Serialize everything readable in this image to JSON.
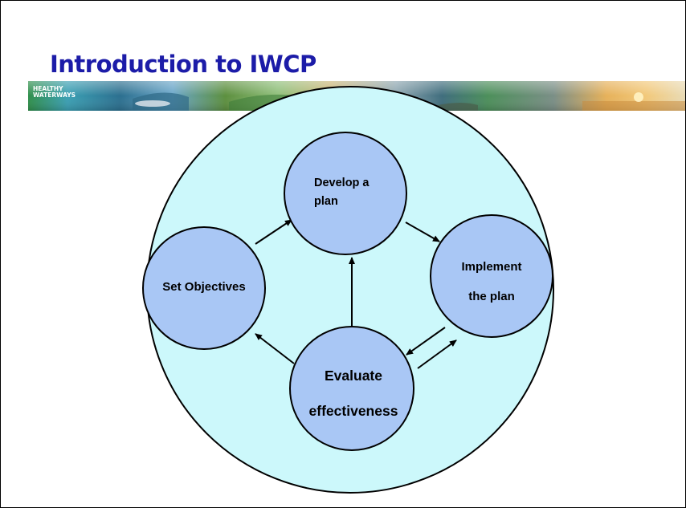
{
  "slide": {
    "title": "Introduction to IWCP",
    "logo_text": [
      "HEALTHY",
      "WATERWAYS"
    ]
  },
  "diagram": {
    "nodes": [
      {
        "id": "develop",
        "lines": [
          "Develop a",
          "plan"
        ]
      },
      {
        "id": "implement",
        "lines": [
          "Implement",
          "the plan"
        ]
      },
      {
        "id": "evaluate",
        "lines": [
          "Evaluate",
          "effectiveness"
        ]
      },
      {
        "id": "objectives",
        "lines": [
          "Set Objectives"
        ]
      }
    ],
    "edges": [
      {
        "from": "objectives",
        "to": "develop"
      },
      {
        "from": "develop",
        "to": "implement"
      },
      {
        "from": "implement",
        "to": "evaluate"
      },
      {
        "from": "evaluate",
        "to": "implement"
      },
      {
        "from": "evaluate",
        "to": "develop"
      },
      {
        "from": "evaluate",
        "to": "objectives"
      }
    ]
  },
  "colors": {
    "title": "#1c1ca8",
    "outer_circle": "#ccf8fb",
    "node_fill": "#a9c7f5",
    "outline": "#000000"
  }
}
